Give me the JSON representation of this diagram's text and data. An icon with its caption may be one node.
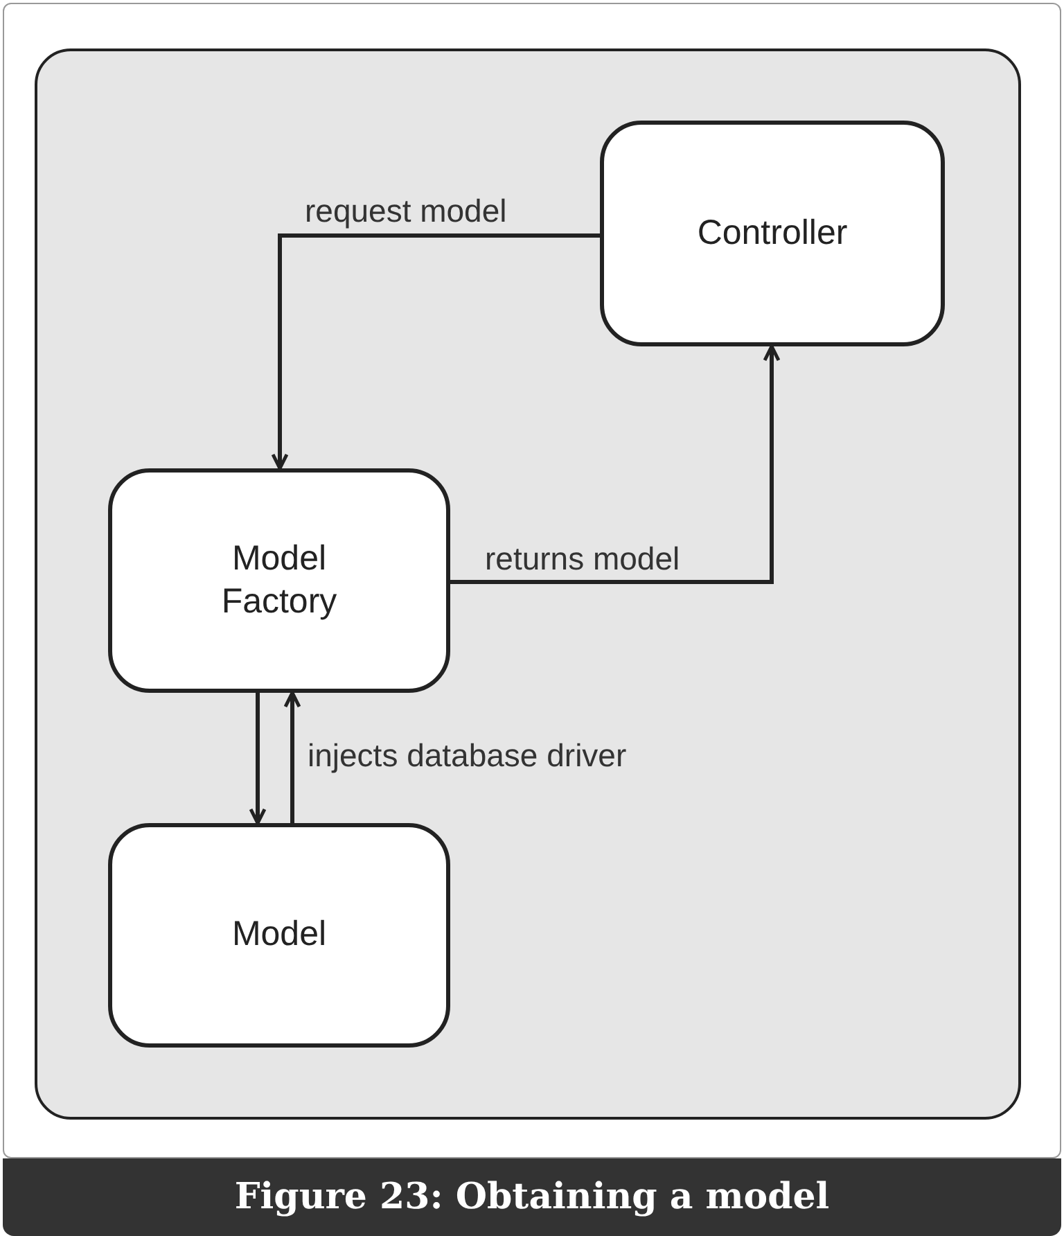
{
  "diagram": {
    "caption": "Figure 23: Obtaining a model",
    "nodes": [
      {
        "text": [],
        "shape": "box"
      },
      {
        "text": [
          "Controller"
        ],
        "in": 0
      },
      {
        "text": [
          "Model Factory"
        ],
        "in": 0
      },
      {
        "text": [
          "Model"
        ],
        "in": 0
      }
    ],
    "edges": [
      {
        "from": 1,
        "to": 2,
        "arrow": "to",
        "label": "request model"
      },
      {
        "from": 2,
        "to": 1,
        "arrow": "to",
        "label": "returns model"
      },
      {
        "from": 2,
        "to": 3,
        "arrow": "to"
      },
      {
        "from": 3,
        "to": 2,
        "arrow": "to",
        "label": "injects database driver"
      }
    ]
  }
}
